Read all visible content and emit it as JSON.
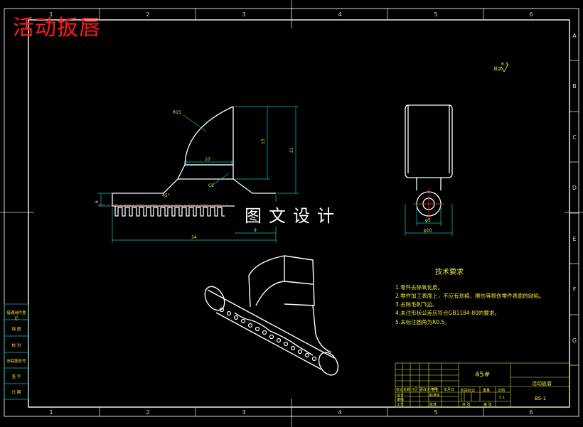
{
  "watermark": "活动扳唇",
  "overlay_text": "图文设计",
  "border_numbers": {
    "top": [
      "1",
      "2",
      "3",
      "4",
      "5",
      "6"
    ],
    "bottom": [
      "1",
      "2",
      "3",
      "4",
      "5",
      "6"
    ]
  },
  "border_letters": {
    "right": [
      "A",
      "B",
      "C",
      "D",
      "E",
      "F",
      "G"
    ]
  },
  "surface_note": {
    "label": "其余",
    "value": "6.3"
  },
  "dimensions": {
    "r15": "R15",
    "d10_top": "10",
    "d15": "15",
    "d21": "21",
    "c2": "C2",
    "d6": "6",
    "d34": "34",
    "d9": "9",
    "phi5": "φ5",
    "phi10": "φ10",
    "d45": "45°"
  },
  "tech_req": {
    "title": "技术要求",
    "items": [
      "1.零件去除氧化皮。",
      "2.零件加工表面上，不应有划痕、擦伤等损伤零件表面的缺陷。",
      "3.去除毛刺飞边。",
      "4.未注形状公差应符合GB1184-80的要求。",
      "5.未标注圆角为R0.5。"
    ]
  },
  "left_table": [
    "借通用件登记",
    "描 图",
    "校 对",
    "旧底图总号",
    "签 字",
    "日 期"
  ],
  "title_block": {
    "material": "45#",
    "part_name": "活动扳唇",
    "drawing_no": "BS-1",
    "scale": "5:1",
    "row_labels": [
      "标记",
      "处数",
      "分区",
      "更改文件号",
      "签名",
      "年月日"
    ],
    "designer": "设计",
    "standard": "标准化",
    "stage": "阶段标记",
    "weight": "重量",
    "ratio": "比例",
    "check": "审核",
    "process": "工艺",
    "approve": "批准",
    "sheet_total": "共 张",
    "sheet_no": "第 张"
  }
}
